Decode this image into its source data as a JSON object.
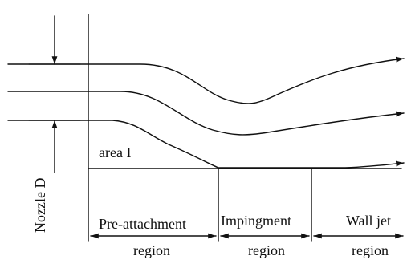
{
  "diagram": {
    "labels": {
      "area": "area I",
      "nozzle": "Nozzle D",
      "pre_attachment": "Pre-attachment",
      "impingement": "Impingment",
      "wall_jet": "Wall jet",
      "region_1": "region",
      "region_2": "region",
      "region_3": "region"
    }
  }
}
